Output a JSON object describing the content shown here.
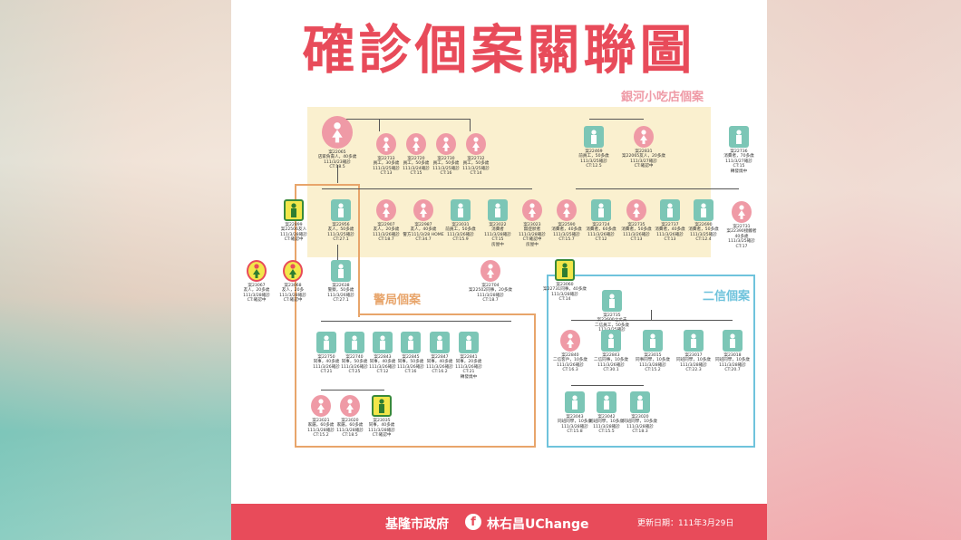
{
  "title": "確診個案關聯圖",
  "clusters": {
    "yinhe": "銀河小吃店個案",
    "police": "警局個案",
    "erxin": "二信個案"
  },
  "colors": {
    "brand": "#e84b5a",
    "male": "#7cc6b6",
    "female": "#ef9aa6",
    "yellow_zone": "#faf0cf",
    "police_border": "#e8a56b",
    "erxin_border": "#6fc3dc"
  },
  "nodes": {
    "root": "案22065\n店家負責人，40多歲\n111/3/23確診\nCT:18.5",
    "r1": [
      "案22733\n員工，30多歲\n111/3/25確診\nCT:13",
      "案22720\n員工，50多歲\n111/3/24確診\nCT:15",
      "案22730\n員工，50多歲\n111/3/25確診\nCT:16",
      "案22732\n員工，50多歲\n111/3/25確診\nCT:14"
    ],
    "yinhe_right1": [
      "案22469\n前員工，50多歲\n111/3/25確診\nCT:12.5",
      "案22831\n案22065友人，20多歲\n111/3/27確診\nCT:確認中"
    ],
    "far_right": "案22736\n消費者，70多歲\n111/3/27確診\nCT:15\n轉發燒中",
    "case_yellow1": "案22899\n案22506友人\n111/3/28確診\nCT:確認中",
    "police_head": "案22956\n友人，50多歲\n111/3/25確診\nCT:27.1",
    "row2": [
      "案22907\n友人，20多歲\n111/3/26確診\nCT:18.7",
      "案22987\n友人，40多歲\n警方111/3/28 HOME\nCT:34.7",
      "案23031\n前員工，50多歲\n111/3/26確診\nCT:15.9",
      "案23022\n消費者\n111/3/28確診\nCT:15\n房屋中",
      "案23023\n無症狀者\n111/3/28確診\nCT:確認中\n房屋中"
    ],
    "row2_right": [
      "案22590\n消費者，40多歲\n111/3/25確診\nCT:15.7",
      "案22724\n消費者，60多歲\n111/3/26確診\nCT:12",
      "案22735\n消費者，50多歲\n111/3/26確診\nCT:13",
      "案22737\n消費者，40多歲\n111/3/26確診\nCT:13",
      "案22690\n消費者，50多歲\n111/3/25確診\nCT:12.4"
    ],
    "far_right2": "案22731\n案22390接觸者\n40多歲\n111/3/25確診\nCT:17",
    "left_pair": [
      "案23067\n友人，20多歲\n111/3/28確診\nCT:確認中",
      "案23068\n友人，20多\n111/3/28確診\nCT:確認中"
    ],
    "mid_pink": "案22704\n案22502同事，20多歲\n111/3/28確診\nCT:18.7",
    "yellow2": "案23060\n案22731同事，40多歲\n111/3/28確診\nCT:14",
    "police_mid": "案22638\n警察，50多歲\n111/3/26確診\nCT:27.1",
    "police_row": [
      "案22750\n同事，40多歲\n111/3/26確診\nCT:21",
      "案22740\n同事，50多歲\n111/3/26確診\nCT:25",
      "案22843\n同事，40多歲\n111/3/26確診\nCT:12",
      "案22845\n同事，50多歲\n111/3/26確診\nCT:16",
      "案22847\n同事，40多歲\n111/3/26確診\nCT:16.2",
      "案22841\n同事，20多歲\n111/3/26確診\nCT:21\n轉發燒中"
    ],
    "police_bottom": [
      "案23021\n家屬，60多歲\n111/3/28確診\nCT:15.2",
      "案23020\n家屬，60多歲\n111/3/28確診\nCT:18.5",
      "案23035\n同事，40多歲\n111/3/28確診\nCT:確認中"
    ],
    "erxin_head": "案22735\n案22600之丈夫\n二信員工，50多歲\n111/3/25確診\nCT:15.2",
    "erxin_row1": [
      "案22840\n二信客戶，10多歲\n111/3/26確診\nCT:16.3",
      "案22843\n二信同事，10多歲\n111/3/26確診\nCT:30.1",
      "案23015\n同事同學，10多歲\n111/3/28確診\nCT:15.2",
      "案23017\n同班同學，10多歲\n111/3/28確診\nCT:22.3",
      "案23018\n同班同學，10多歲\n111/3/28確診\nCT:20.7"
    ],
    "erxin_row2": [
      "案23043\n同班同學，10多歲\n111/3/28確診\nCT:15.8",
      "案23042\n同班同學，10多歲\n111/3/28確診\nCT:15.5",
      "案23020\n同班同學，10多歲\n111/3/28確診\nCT:18.3"
    ]
  },
  "footer": {
    "gov": "基隆市政府",
    "fb_icon": "f",
    "name": "林右昌UChange",
    "date": "更新日期：111年3月29日"
  }
}
